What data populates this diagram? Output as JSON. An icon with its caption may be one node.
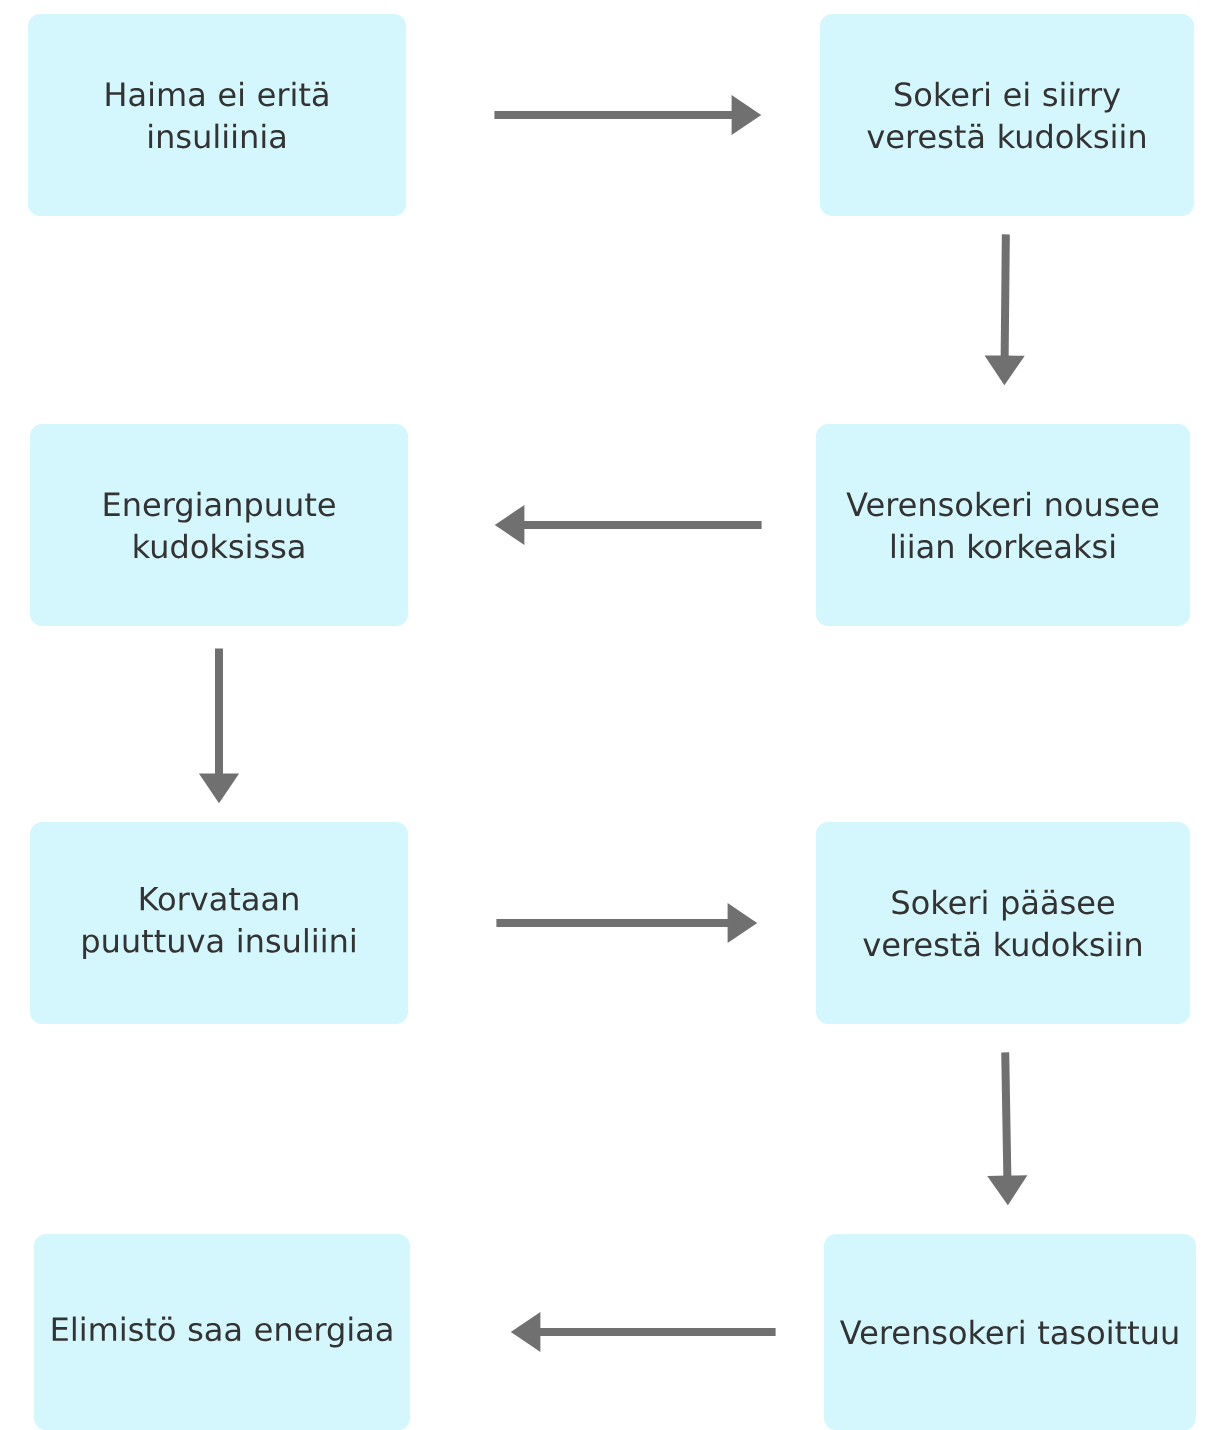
{
  "diagram": {
    "nodes": [
      {
        "text": [
          "Haima ei eritä insuliinia"
        ]
      },
      {
        "text": [
          "Sokeri ei siirry verestä kudoksiin"
        ]
      },
      {
        "text": [
          "Verensokeri nousee liian korkeaksi"
        ]
      },
      {
        "text": [
          "Energianpuute kudoksissa"
        ]
      },
      {
        "text": [
          "Korvataan puuttuva insuliini"
        ]
      },
      {
        "text": [
          "Sokeri pääsee verestä kudoksiin"
        ]
      },
      {
        "text": [
          "Verensokeri tasoittuu"
        ]
      },
      {
        "text": [
          "Elimistö saa energiaa"
        ]
      }
    ],
    "edges": [
      {
        "from": 0,
        "to": 1,
        "arrow": "to"
      },
      {
        "from": 1,
        "to": 2,
        "arrow": "to"
      },
      {
        "from": 2,
        "to": 3,
        "arrow": "to"
      },
      {
        "from": 3,
        "to": 4,
        "arrow": "to"
      },
      {
        "from": 4,
        "to": 5,
        "arrow": "to"
      },
      {
        "from": 5,
        "to": 6,
        "arrow": "to"
      },
      {
        "from": 6,
        "to": 7,
        "arrow": "to"
      }
    ]
  }
}
